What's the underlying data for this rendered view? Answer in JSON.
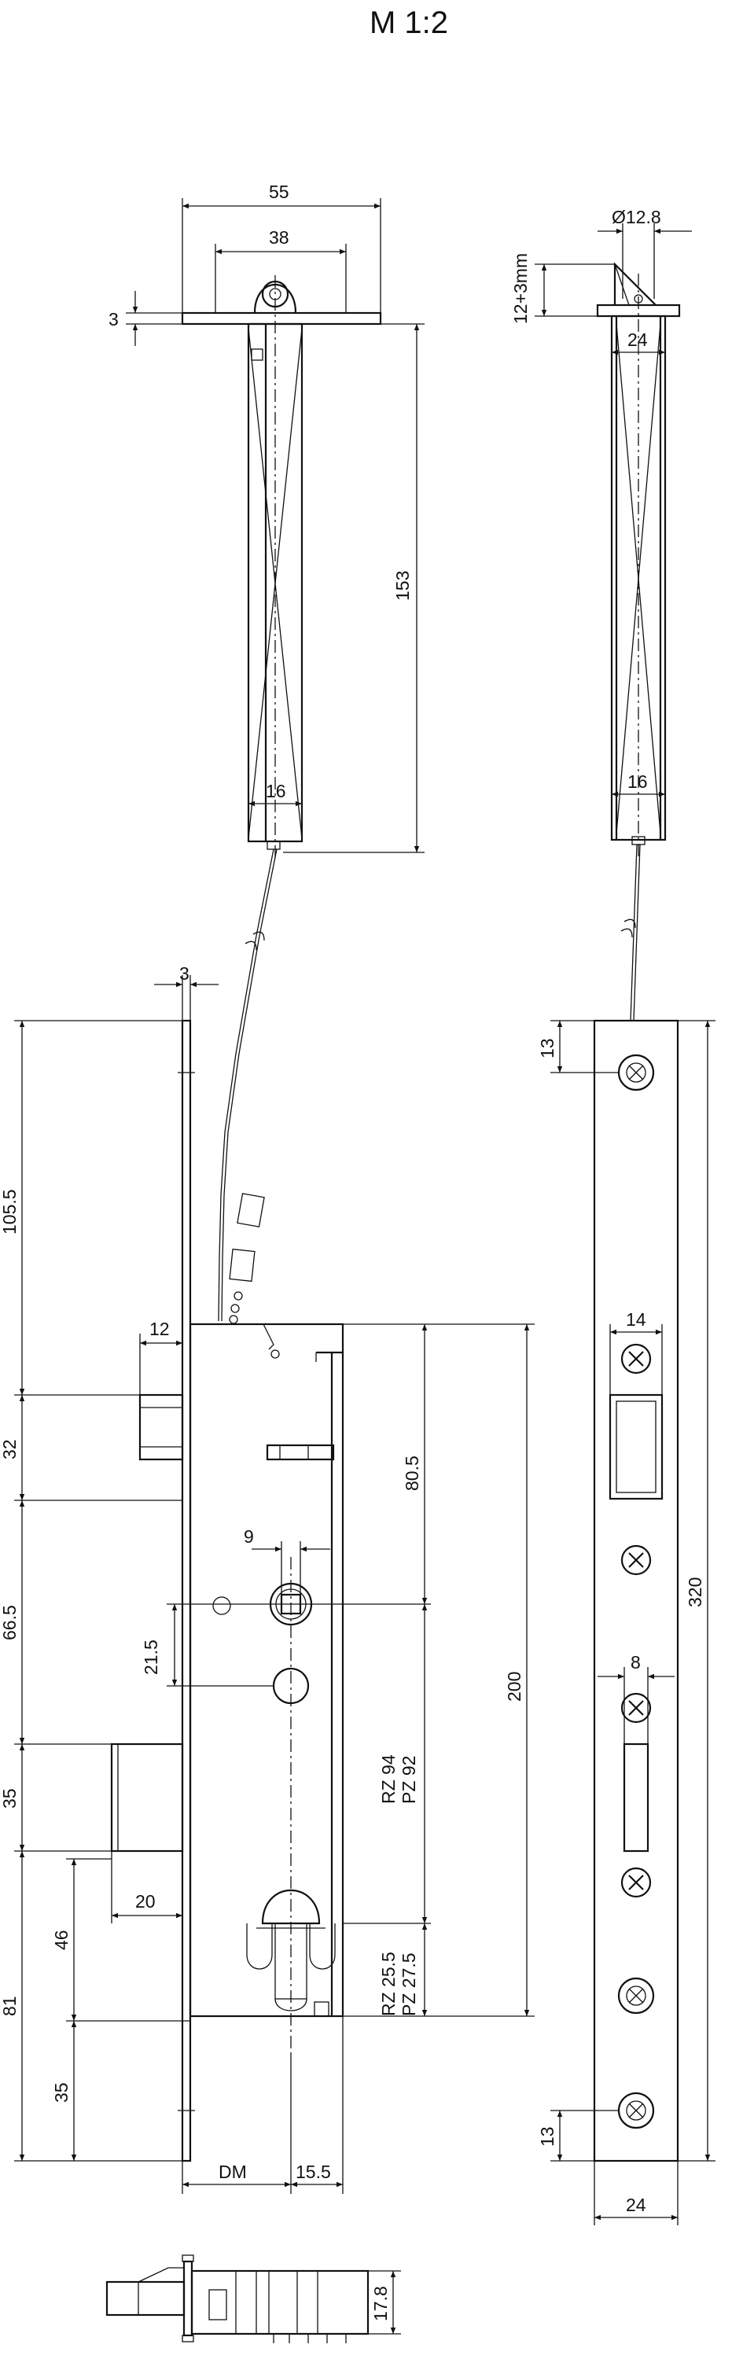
{
  "scale_title": "M 1:2",
  "top_left": {
    "d55": "55",
    "d38": "38",
    "d3": "3",
    "d153": "153",
    "d16": "16"
  },
  "top_right": {
    "dia": "Ø12.8",
    "d12_3": "12+3mm",
    "d24": "24",
    "d16": "16"
  },
  "lock": {
    "d3": "3",
    "d105_5": "105.5",
    "d12": "12",
    "d32": "32",
    "d66_5": "66.5",
    "d21_5": "21.5",
    "d9": "9",
    "d35a": "35",
    "d46": "46",
    "d20": "20",
    "d81": "81",
    "d35b": "35",
    "d80_5": "80.5",
    "d200": "200",
    "rz94": "RZ 94",
    "pz92": "PZ 92",
    "rz25_5": "RZ 25.5",
    "pz27_5": "PZ 27.5",
    "dm": "DM",
    "d15_5": "15.5"
  },
  "plate": {
    "d13a": "13",
    "d14": "14",
    "d8": "8",
    "d320": "320",
    "d13b": "13",
    "d24": "24"
  },
  "bottom": {
    "d17_8": "17.8"
  }
}
